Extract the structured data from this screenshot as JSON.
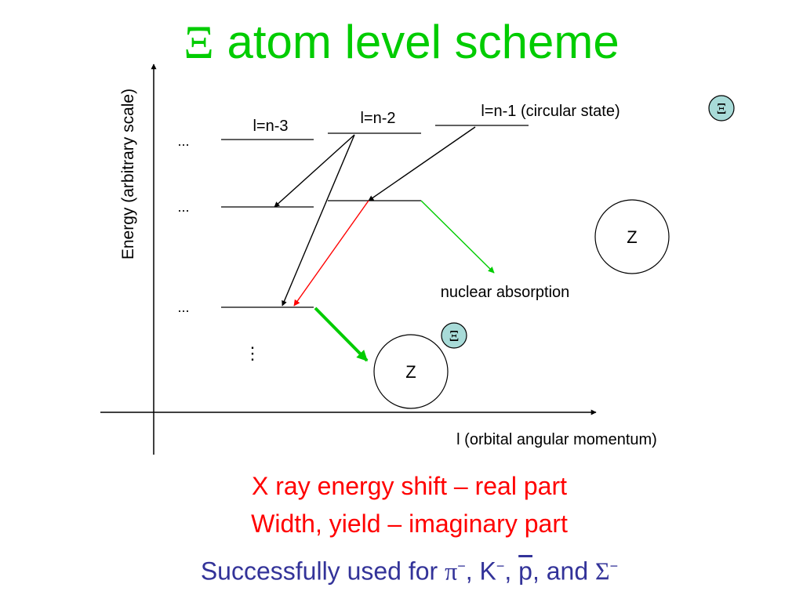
{
  "title": {
    "symbol": "Ξ",
    "text": " atom level scheme"
  },
  "axes": {
    "y_label": "Energy (arbitrary scale)",
    "x_label": "l (orbital angular momentum)"
  },
  "level_labels": [
    "l=n-3",
    "l=n-2",
    "l=n-1 (circular state)"
  ],
  "ellipsis": [
    "...",
    "...",
    "...",
    "⋮"
  ],
  "nuclear_absorption": "nuclear absorption",
  "nucleus_label": "Z",
  "hyperon_symbol": "Ξ",
  "bottom": {
    "line1": "X ray energy shift – real part",
    "line2": "Width, yield – imaginary part",
    "line3_prefix": "Successfully used for ",
    "pi": "π",
    "minus": "−",
    "k_text": ", K",
    "sep": ",  ",
    "pbar": "p",
    "and_text": ", and ",
    "sigma": "Σ"
  },
  "colors": {
    "title": "#00cc00",
    "red_transition": "#ff0000",
    "green_transition": "#00cc00",
    "hyperon_fill": "#a8dbd8",
    "blue_text": "#333399"
  }
}
